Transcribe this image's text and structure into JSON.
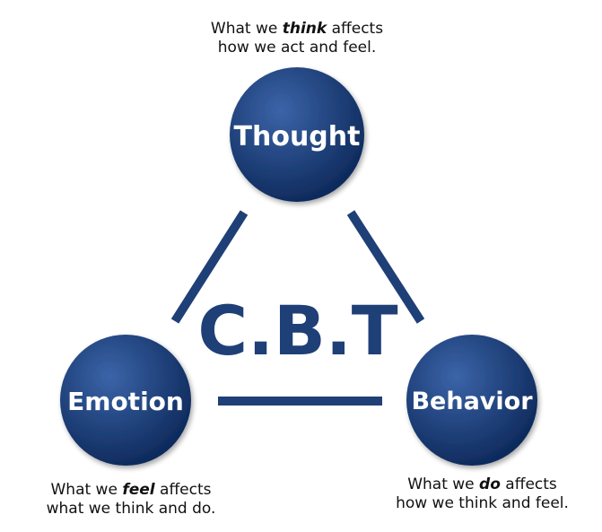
{
  "colors": {
    "node_fill_light": "#3b64a8",
    "node_fill_dark": "#0e2a5c",
    "connector": "#1f3f77",
    "center_text": "#1f3f77",
    "caption_text": "#111111"
  },
  "center": {
    "label": "C.B.T"
  },
  "nodes": {
    "thought": {
      "label": "Thought",
      "caption_line1_pre": "What we ",
      "caption_line1_emph": "think",
      "caption_line1_post": " affects",
      "caption_line2": "how we act and feel."
    },
    "emotion": {
      "label": "Emotion",
      "caption_line1_pre": "What we ",
      "caption_line1_emph": "feel",
      "caption_line1_post": " affects",
      "caption_line2": "what we think and do."
    },
    "behavior": {
      "label": "Behavior",
      "caption_line1_pre": "What we ",
      "caption_line1_emph": "do",
      "caption_line1_post": " affects",
      "caption_line2": "how we think and feel."
    }
  }
}
